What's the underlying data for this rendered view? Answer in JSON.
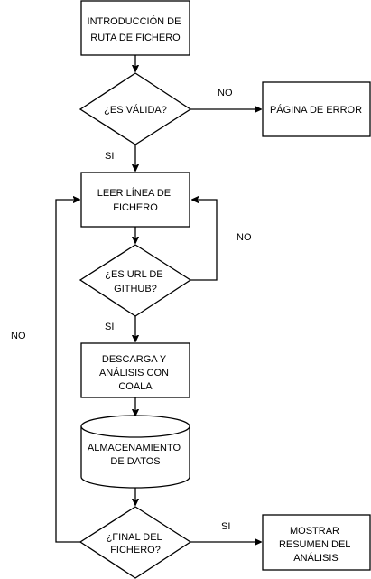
{
  "nodes": {
    "input_path": {
      "lines": [
        "INTRODUCCIÓN DE",
        "RUTA DE FICHERO"
      ]
    },
    "is_valid": {
      "lines": [
        "¿ES VÁLIDA?"
      ]
    },
    "error_page": {
      "lines": [
        "PÁGINA DE ERROR"
      ]
    },
    "read_line": {
      "lines": [
        "LEER LÍNEA DE",
        "FICHERO"
      ]
    },
    "is_github_url": {
      "lines": [
        "¿ES URL DE",
        "GITHUB?"
      ]
    },
    "download_analysis": {
      "lines": [
        "DESCARGA Y",
        "ANÁLISIS CON",
        "COALA"
      ]
    },
    "data_storage": {
      "lines": [
        "ALMACENAMIENTO",
        "DE DATOS"
      ]
    },
    "end_of_file": {
      "lines": [
        "¿FINAL DEL",
        "FICHERO?"
      ]
    },
    "show_summary": {
      "lines": [
        "MOSTRAR",
        "RESUMEN DEL",
        "ANÁLISIS"
      ]
    }
  },
  "edge_labels": {
    "valid_no": "NO",
    "valid_yes": "SI",
    "github_no": "NO",
    "github_yes": "SI",
    "eof_no": "NO",
    "eof_yes": "SI"
  }
}
